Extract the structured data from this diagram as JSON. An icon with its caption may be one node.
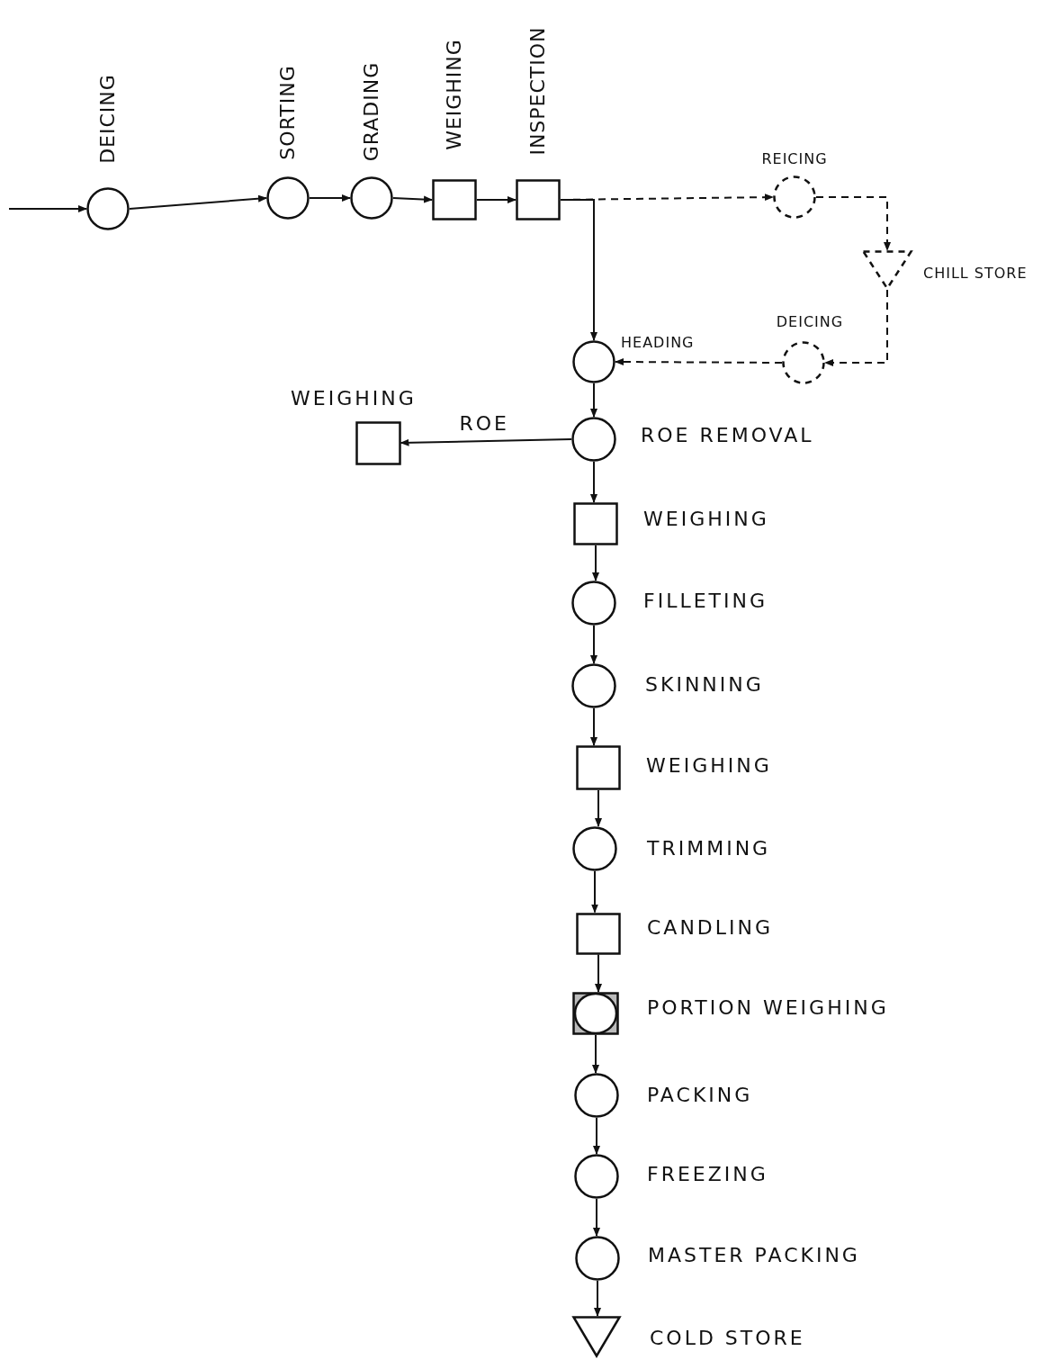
{
  "diagram": {
    "nodes": [
      {
        "text": [
          "DEICING"
        ]
      },
      {
        "text": [
          "SORTING"
        ]
      },
      {
        "text": [
          "GRADING"
        ]
      },
      {
        "text": [
          "WEIGHING"
        ]
      },
      {
        "text": [
          "INSPECTION"
        ]
      },
      {
        "text": [
          "REICING"
        ]
      },
      {
        "text": [
          "CHILL STORE"
        ]
      },
      {
        "text": [
          "DEICING"
        ]
      },
      {
        "text": [
          "HEADING"
        ]
      },
      {
        "text": [
          "WEIGHING"
        ]
      },
      {
        "text": [
          "ROE REMOVAL"
        ]
      },
      {
        "text": [
          "WEIGHING"
        ]
      },
      {
        "text": [
          "FILLETING"
        ]
      },
      {
        "text": [
          "SKINNING"
        ]
      },
      {
        "text": [
          "WEIGHING"
        ]
      },
      {
        "text": [
          "TRIMMING"
        ]
      },
      {
        "text": [
          "CANDLING"
        ]
      },
      {
        "text": [
          "PORTION WEIGHING"
        ]
      },
      {
        "text": [
          "PACKING"
        ]
      },
      {
        "text": [
          "FREEZING"
        ]
      },
      {
        "text": [
          "MASTER PACKING"
        ]
      },
      {
        "text": [
          "COLD STORE"
        ]
      }
    ],
    "edges": [
      {
        "from": null,
        "to": 0,
        "arrow": "to"
      },
      {
        "from": 0,
        "to": 1,
        "arrow": "to"
      },
      {
        "from": 1,
        "to": 2,
        "arrow": "to"
      },
      {
        "from": 2,
        "to": 3,
        "arrow": "to"
      },
      {
        "from": 3,
        "to": 4,
        "arrow": "to"
      },
      {
        "from": 4,
        "to": 8,
        "arrow": "to"
      },
      {
        "from": 4,
        "to": 5,
        "arrow": "to",
        "style": "dashed"
      },
      {
        "from": 5,
        "to": 6,
        "arrow": "to",
        "style": "dashed"
      },
      {
        "from": 6,
        "to": 7,
        "arrow": "to",
        "style": "dashed"
      },
      {
        "from": 7,
        "to": 8,
        "arrow": "to",
        "style": "dashed"
      },
      {
        "from": 8,
        "to": 10,
        "arrow": "to"
      },
      {
        "from": 10,
        "to": 9,
        "arrow": "to",
        "label": "ROE"
      },
      {
        "from": 10,
        "to": 11,
        "arrow": "to"
      },
      {
        "from": 11,
        "to": 12,
        "arrow": "to"
      },
      {
        "from": 12,
        "to": 13,
        "arrow": "to"
      },
      {
        "from": 13,
        "to": 14,
        "arrow": "to"
      },
      {
        "from": 14,
        "to": 15,
        "arrow": "to"
      },
      {
        "from": 15,
        "to": 16,
        "arrow": "to"
      },
      {
        "from": 16,
        "to": 17,
        "arrow": "to"
      },
      {
        "from": 17,
        "to": 18,
        "arrow": "to"
      },
      {
        "from": 18,
        "to": 19,
        "arrow": "to"
      },
      {
        "from": 19,
        "to": 20,
        "arrow": "to"
      },
      {
        "from": 20,
        "to": 21,
        "arrow": "to"
      }
    ]
  }
}
